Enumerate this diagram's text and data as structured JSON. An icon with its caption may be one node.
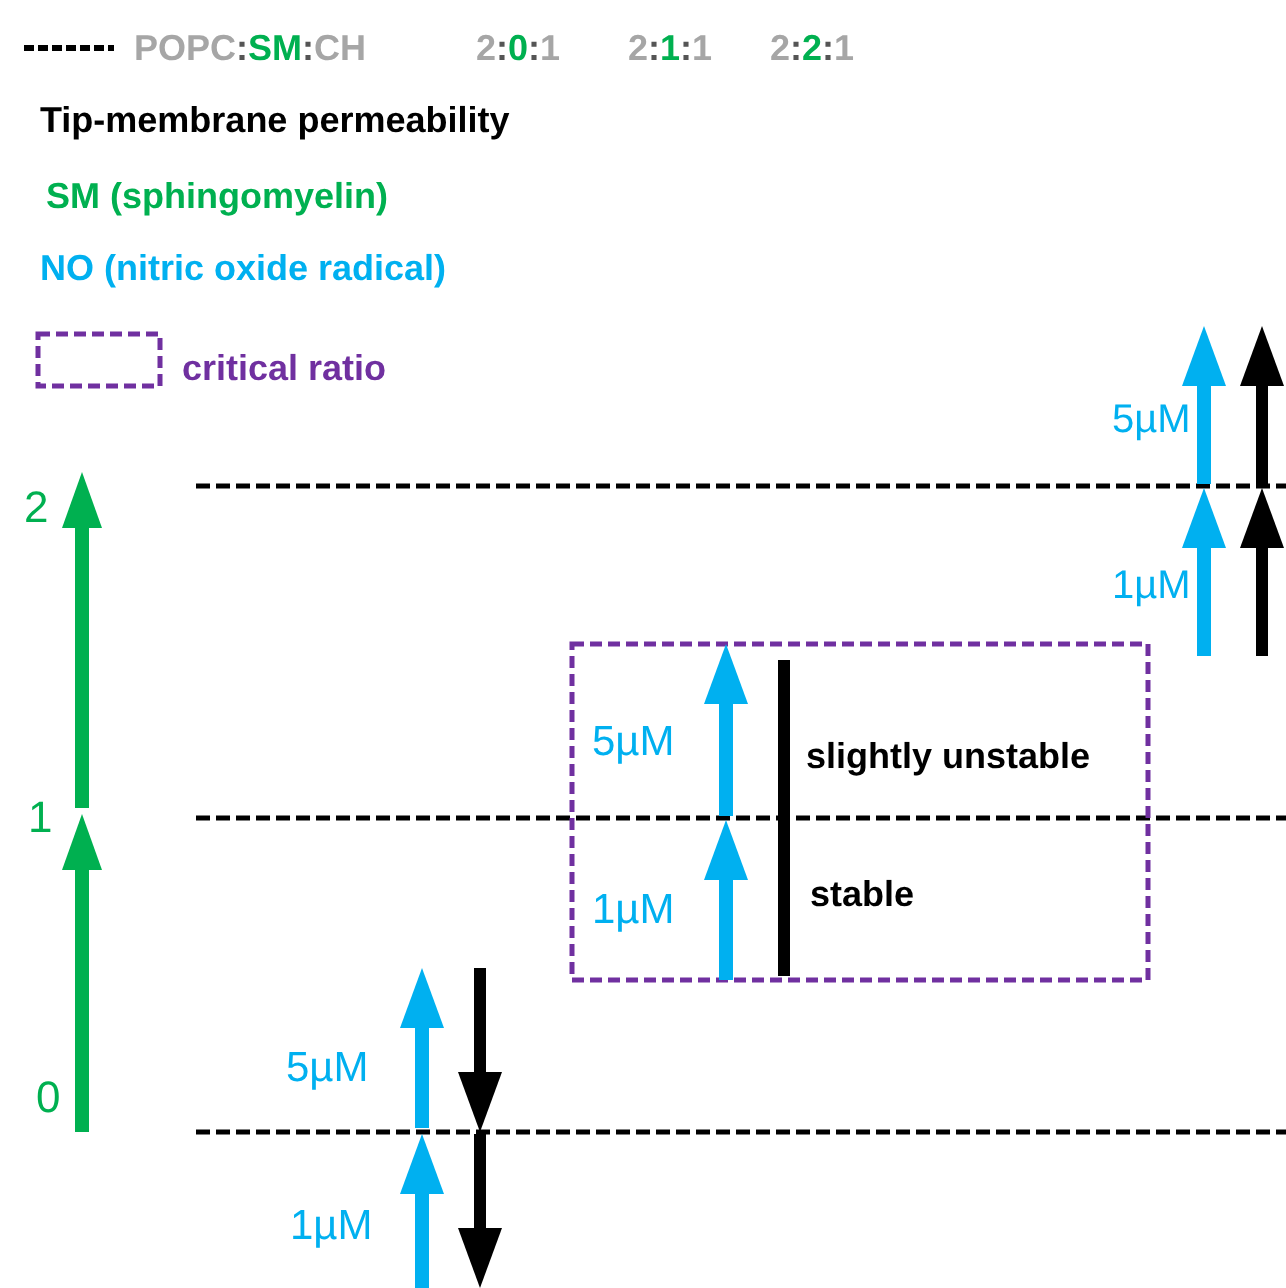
{
  "diagram": {
    "labels": [
      "2:0:1",
      "2:1:1",
      "2:2:1",
      "Tip-membrane permeability",
      "SM (sphingomyelin)",
      "NO (nitric oxide radical)",
      "2",
      "1",
      "0",
      "5µM",
      "1µM",
      "5µM",
      "slightly unstable",
      "1µM",
      "stable",
      "5µM",
      "1µM"
    ],
    "legend": [
      {
        "text": "POPC:SM:CH"
      },
      {
        "text": "critical ratio"
      }
    ]
  }
}
